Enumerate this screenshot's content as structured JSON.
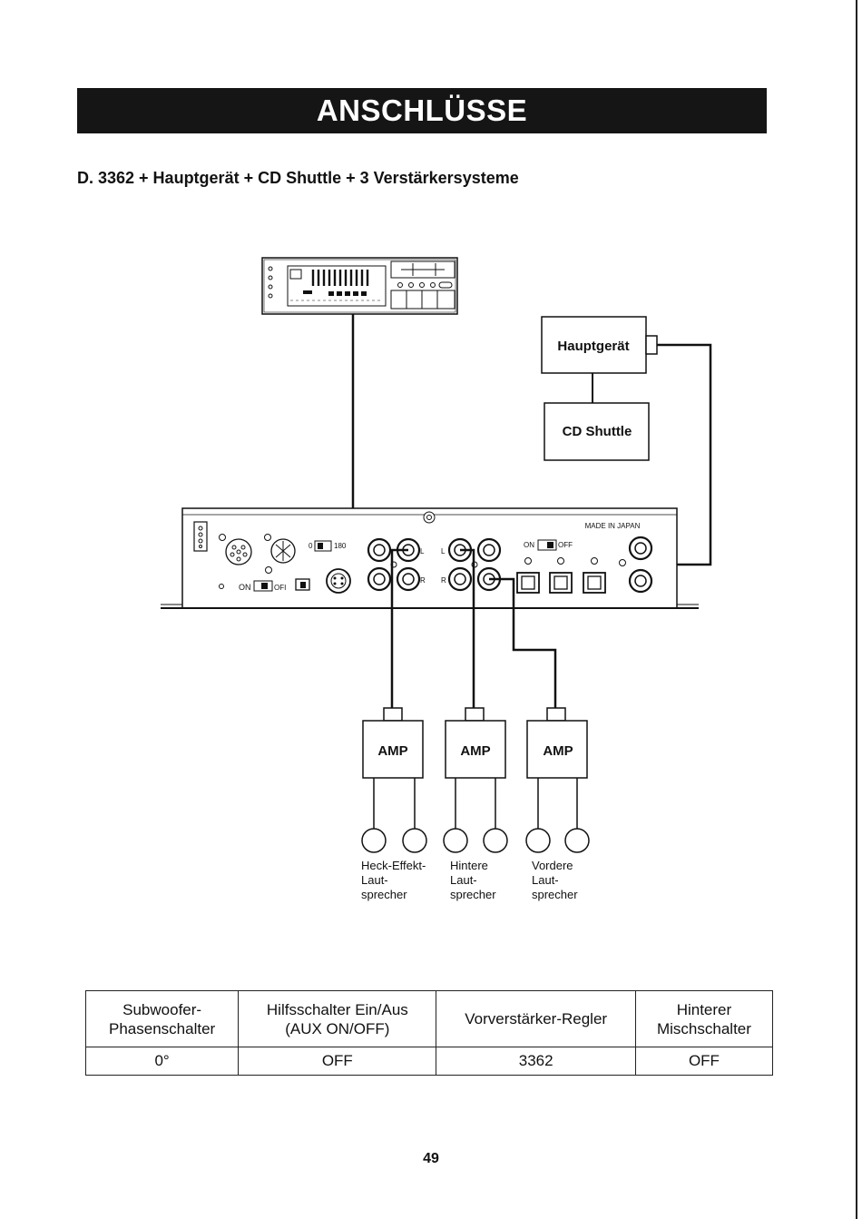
{
  "header": {
    "title": "ANSCHLÜSSE",
    "subtitle": "D. 3362 + Hauptgerät + CD Shuttle + 3 Verstärkersysteme"
  },
  "diagram": {
    "main_unit_label": "Hauptgerät",
    "cd_shuttle_label": "CD Shuttle",
    "made_in_label": "MADE IN JAPAN",
    "switch_on": "ON",
    "switch_off": "OFF",
    "switch_off_left": "OFI",
    "phase_0": "0",
    "phase_180": "180",
    "ch_l": "L",
    "ch_r": "R",
    "amp_labels": [
      "AMP",
      "AMP",
      "AMP"
    ],
    "speaker_groups": [
      [
        "Heck-Effekt-",
        "Laut-",
        "sprecher"
      ],
      [
        "Hintere",
        "Laut-",
        "sprecher"
      ],
      [
        "Vordere",
        "Laut-",
        "sprecher"
      ]
    ]
  },
  "settings_table": {
    "headers": [
      [
        "Subwoofer-",
        "Phasenschalter"
      ],
      [
        "Hilfsschalter Ein/Aus",
        "(AUX ON/OFF)"
      ],
      [
        "Vorverstärker-Regler"
      ],
      [
        "Hinterer",
        "Mischschalter"
      ]
    ],
    "values": [
      "0°",
      "OFF",
      "3362",
      "OFF"
    ]
  },
  "page_number": "49"
}
